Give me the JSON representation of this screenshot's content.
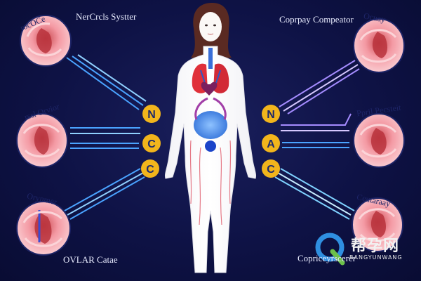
{
  "diagram": {
    "title_left": "NerCrcls Systter",
    "title_right": "Coprpay Compeator",
    "bottom_left": "OVLAR Catae",
    "bottom_right": "Copriceyrscerer",
    "organ_labels": {
      "top_left": "rocOCe",
      "mid_left": "rssl Orvior",
      "bottom_left": "Orynmer",
      "top_right": "Ocuay",
      "mid_right": "Ppril Pecsteit",
      "bottom_right": "Ceutaraay"
    },
    "nodes_left": [
      "N",
      "C",
      "C"
    ],
    "nodes_right": [
      "N",
      "A",
      "C"
    ]
  },
  "watermark": {
    "brand_cn": "帮孕网",
    "brand_en": "BANGYUNWANG"
  },
  "colors": {
    "background": "#0e1245",
    "connector_left": "#4aa3ff",
    "connector_right": "#a58cff",
    "node_fill": "#f2b51c",
    "organ_pink": "#f4a7b0",
    "body": "#ffffff",
    "lungs": "#e0303a",
    "stomach": "#3d7de6"
  }
}
